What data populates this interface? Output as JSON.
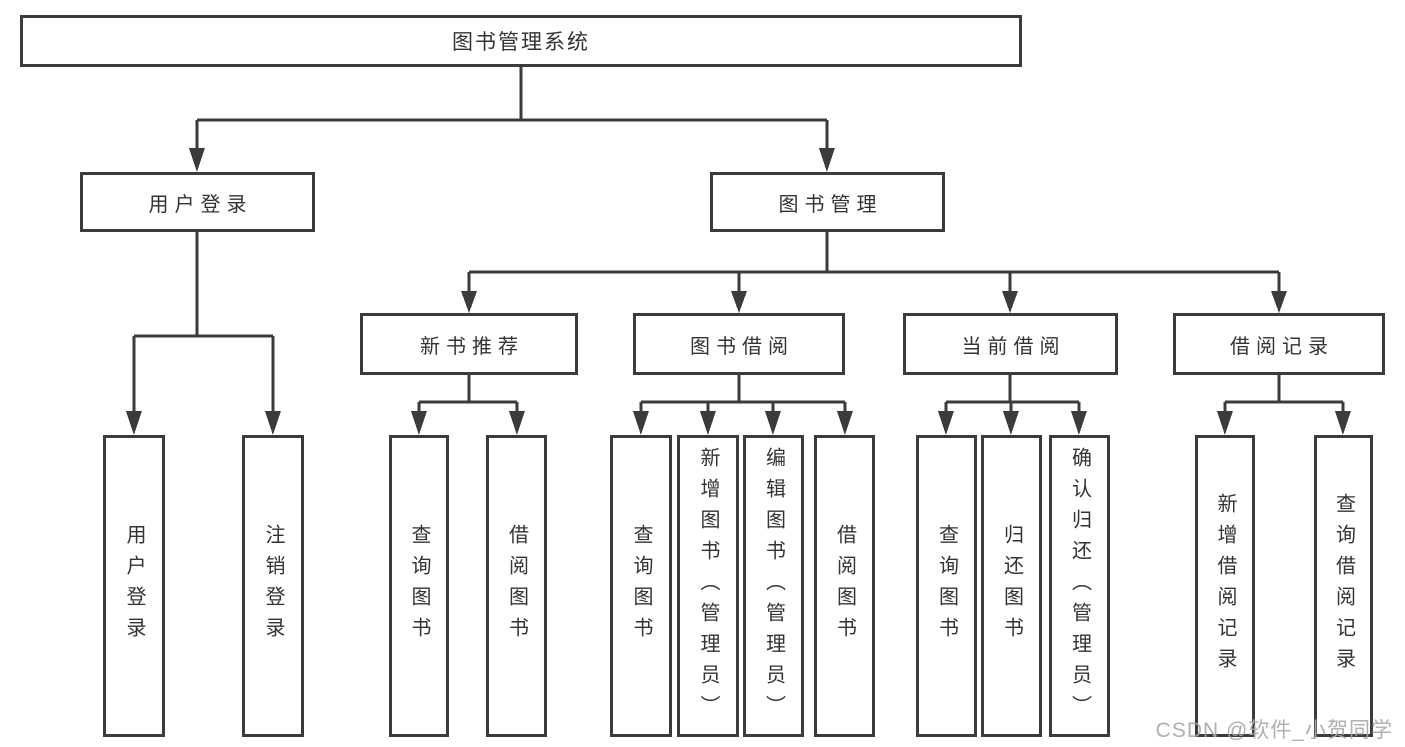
{
  "diagram": {
    "type": "hierarchy-tree",
    "title": "图书管理系统"
  },
  "tree": {
    "label": "图书管理系统",
    "children": [
      {
        "label": "用户登录",
        "children": [
          {
            "label": "用户登录"
          },
          {
            "label": "注销登录"
          }
        ]
      },
      {
        "label": "图书管理",
        "children": [
          {
            "label": "新书推荐",
            "children": [
              {
                "label": "查询图书"
              },
              {
                "label": "借阅图书"
              }
            ]
          },
          {
            "label": "图书借阅",
            "children": [
              {
                "label": "查询图书"
              },
              {
                "label": "新增图书（管理员）"
              },
              {
                "label": "编辑图书（管理员）"
              },
              {
                "label": "借阅图书"
              }
            ]
          },
          {
            "label": "当前借阅",
            "children": [
              {
                "label": "查询图书"
              },
              {
                "label": "归还图书"
              },
              {
                "label": "确认归还（管理员）"
              }
            ]
          },
          {
            "label": "借阅记录",
            "children": [
              {
                "label": "新增借阅记录"
              },
              {
                "label": "查询借阅记录"
              }
            ]
          }
        ]
      }
    ]
  },
  "watermark": "CSDN @软件_小贺同学",
  "colors": {
    "line": "#3b3b3b",
    "text": "#333333",
    "background": "#ffffff",
    "watermark": "#a8a8ae"
  }
}
